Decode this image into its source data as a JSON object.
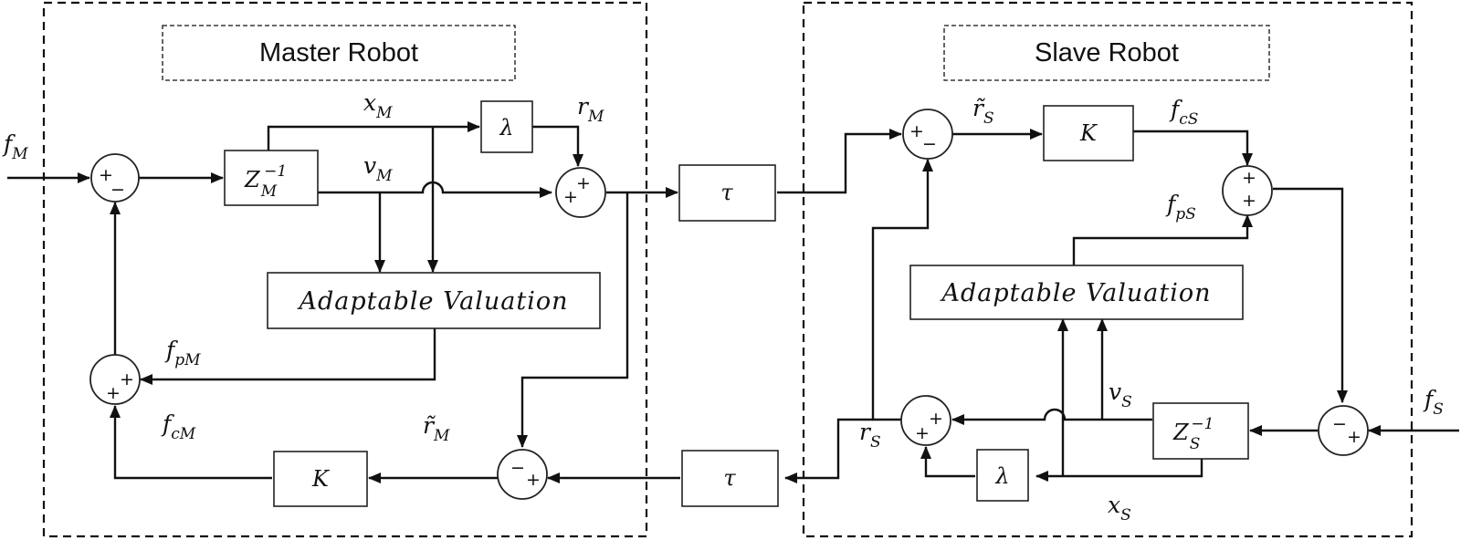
{
  "master": {
    "title": "Master Robot",
    "input_force": "f",
    "input_force_sub": "M",
    "position": "x",
    "position_sub": "M",
    "velocity": "v",
    "velocity_sub": "M",
    "reference": "r",
    "reference_sub": "M",
    "error": "r̃",
    "error_sub": "M",
    "passive_force": "f",
    "passive_force_sub": "pM",
    "control_force": "f",
    "control_force_sub": "cM",
    "impedance_block": "Z",
    "impedance_sub": "M",
    "impedance_sup": "−1",
    "lambda_block": "λ",
    "gain_block": "K",
    "adaptive_block": "Adaptable Valuation"
  },
  "slave": {
    "title": "Slave Robot",
    "input_force": "f",
    "input_force_sub": "S",
    "position": "x",
    "position_sub": "S",
    "velocity": "v",
    "velocity_sub": "S",
    "reference": "r",
    "reference_sub": "S",
    "error": "r̃",
    "error_sub": "S",
    "passive_force": "f",
    "passive_force_sub": "pS",
    "control_force": "f",
    "control_force_sub": "cS",
    "impedance_block": "Z",
    "impedance_sub": "S",
    "impedance_sup": "−1",
    "lambda_block": "λ",
    "gain_block": "K",
    "adaptive_block": "Adaptable Valuation"
  },
  "channel": {
    "forward_delay": "τ",
    "backward_delay": "τ"
  },
  "signs": {
    "plus": "+",
    "minus": "−"
  }
}
